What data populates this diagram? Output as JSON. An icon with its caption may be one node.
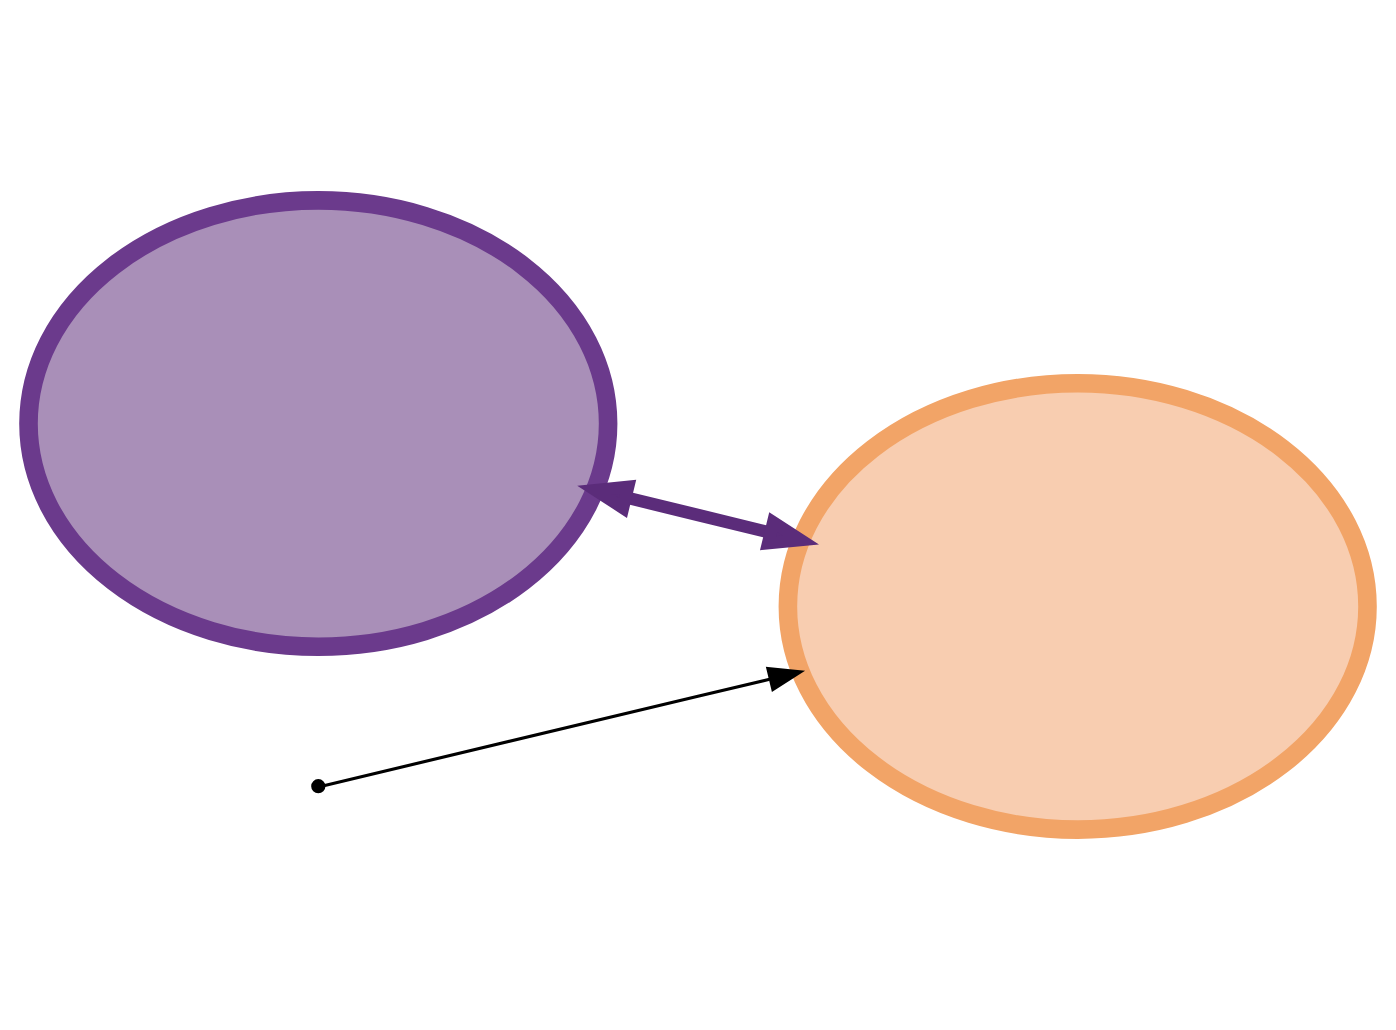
{
  "diagram": {
    "nodes": [
      {
        "text": [],
        "shape": "ellipse"
      },
      {
        "text": [],
        "shape": "ellipse"
      }
    ],
    "edges": [
      {
        "from": 0,
        "to": 1,
        "arrow": "both",
        "style": "thick",
        "color": "#5b2c7a"
      },
      {
        "from": null,
        "to": 1,
        "arrow": "to",
        "color": "#000000"
      }
    ]
  }
}
